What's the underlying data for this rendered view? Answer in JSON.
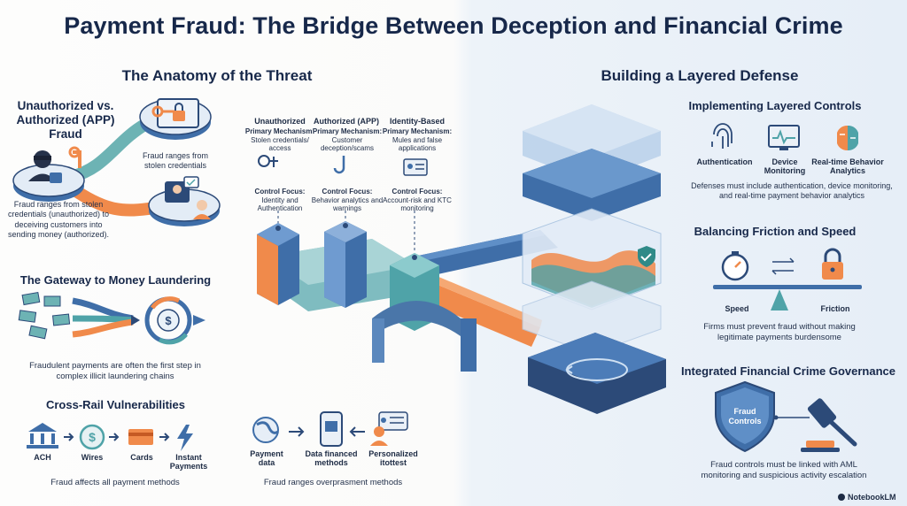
{
  "title": "Payment Fraud: The Bridge Between Deception and Financial Crime",
  "left": {
    "heading": "The Anatomy of the Threat",
    "unauth": {
      "title": "Unauthorized vs. Authorized (APP) Fraud",
      "callout": "Fraud ranges from stolen credentials",
      "caption": "Fraud ranges from stolen credentials (unauthorized) to deceiving customers into sending money (authorized)."
    },
    "gateway": {
      "title": "The Gateway to Money Laundering",
      "caption": "Fraudulent payments are often the first step in complex illicit laundering chains"
    },
    "rail": {
      "title": "Cross-Rail Vulnerabilities",
      "items": [
        "ACH",
        "Wires",
        "Cards",
        "Instant Payments"
      ],
      "caption": "Fraud affects all payment methods"
    }
  },
  "center": {
    "columns": [
      {
        "head": "Unauthorized",
        "mech_label": "Primary Mechanism:",
        "mech": "Stolen credentials/ access",
        "ctrl_label": "Control Focus:",
        "ctrl": "Identity and Authentication"
      },
      {
        "head": "Authorized (APP)",
        "mech_label": "Primary Mechanism:",
        "mech": "Customer deception/scams",
        "ctrl_label": "Control Focus:",
        "ctrl": "Behavior analytics and warnings"
      },
      {
        "head": "Identity-Based",
        "mech_label": "Primary Mechanism:",
        "mech": "Mules and false applications",
        "ctrl_label": "Control Focus:",
        "ctrl": "Account-risk and KTC monitoring"
      }
    ],
    "flow": {
      "items": [
        "Payment data",
        "Data financed methods",
        "Personalized itottest"
      ],
      "caption": "Fraud ranges overprasment methods"
    }
  },
  "right": {
    "heading": "Building a Layered Defense",
    "layered": {
      "title": "Implementing Layered Controls",
      "items": [
        "Authentication",
        "Device Monitoring",
        "Real-time Behavior Analytics"
      ],
      "caption": "Defenses must include authentication, device monitoring, and real-time payment behavior analytics"
    },
    "friction": {
      "title": "Balancing Friction and Speed",
      "speed": "Speed",
      "friction": "Friction",
      "caption": "Firms must prevent fraud without making legitimate payments burdensome"
    },
    "governance": {
      "title": "Integrated Financial Crime Governance",
      "shield": "Fraud Controls",
      "caption": "Fraud controls must be linked with AML monitoring and suspicious activity escalation"
    }
  },
  "brand": "NotebookLM",
  "colors": {
    "navy": "#17284a",
    "teal": "#4fa3a8",
    "orange": "#f08a4b",
    "blue": "#3f6ea8"
  }
}
